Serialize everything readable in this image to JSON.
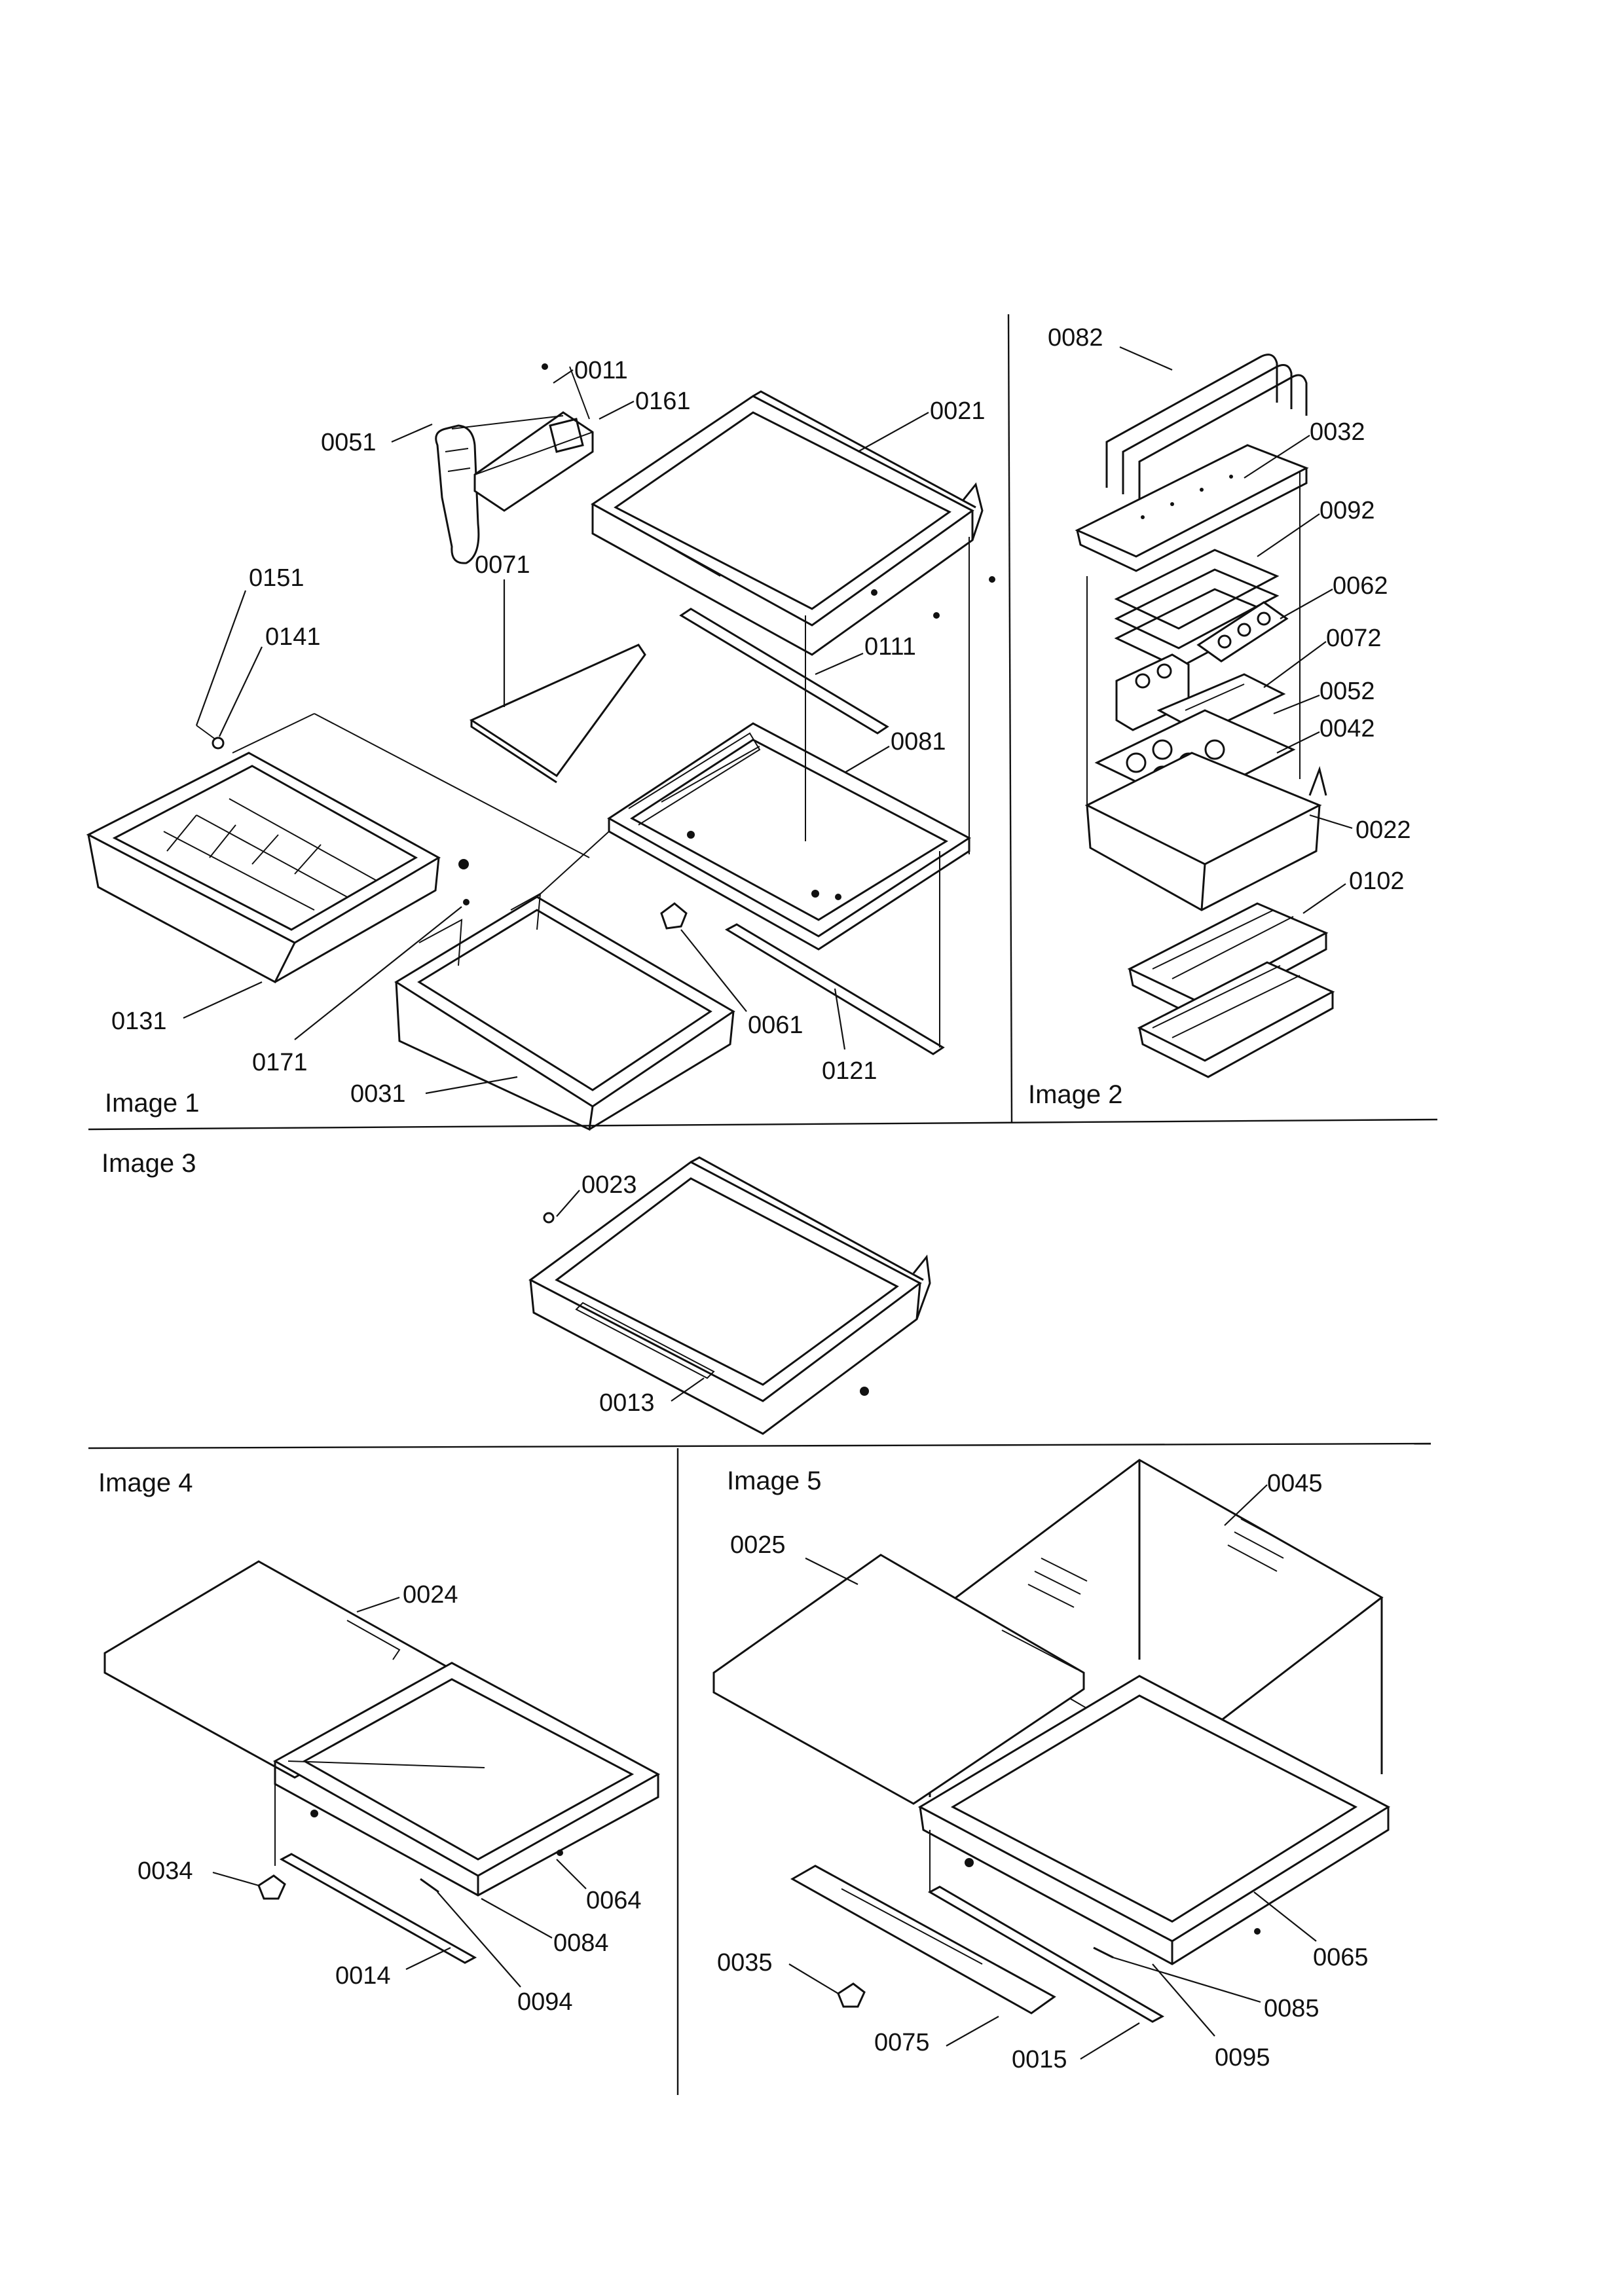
{
  "panels": [
    {
      "id": "image-1",
      "title": "Image 1"
    },
    {
      "id": "image-2",
      "title": "Image 2"
    },
    {
      "id": "image-3",
      "title": "Image 3"
    },
    {
      "id": "image-4",
      "title": "Image 4"
    },
    {
      "id": "image-5",
      "title": "Image 5"
    }
  ],
  "image1_labels": [
    "0011",
    "0161",
    "0051",
    "0021",
    "0071",
    "0151",
    "0141",
    "0111",
    "0081",
    "0131",
    "0171",
    "0031",
    "0061",
    "0121"
  ],
  "image2_labels": [
    "0082",
    "0032",
    "0092",
    "0062",
    "0072",
    "0052",
    "0042",
    "0022",
    "0102"
  ],
  "image3_labels": [
    "0023",
    "0013"
  ],
  "image4_labels": [
    "0024",
    "0034",
    "0064",
    "0084",
    "0014",
    "0094"
  ],
  "image5_labels": [
    "0045",
    "0025",
    "0065",
    "0035",
    "0085",
    "0075",
    "0015",
    "0095"
  ]
}
